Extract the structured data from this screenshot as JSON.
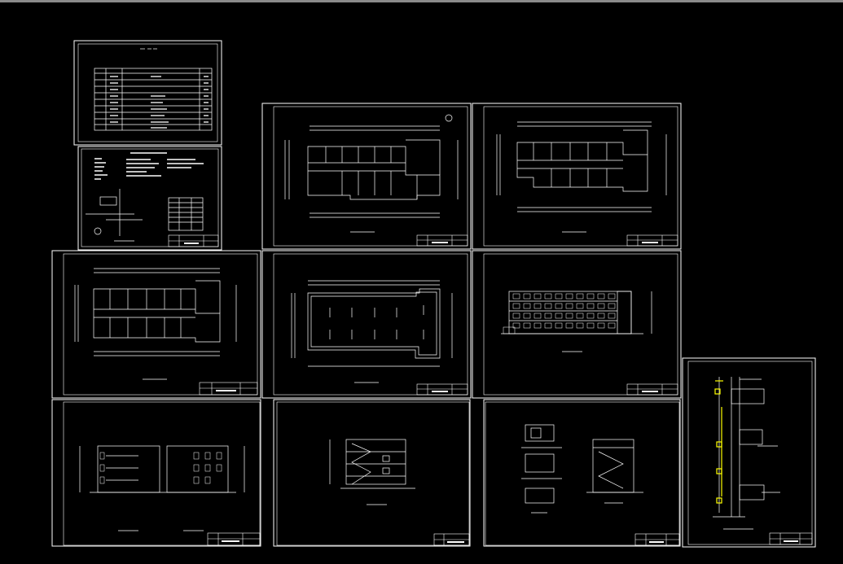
{
  "window": {
    "title": ""
  },
  "colors": {
    "background": "#000000",
    "lines": "#ffffff",
    "accent": "#ffff00",
    "topbar": "#8a8a8a"
  },
  "sheets": [
    {
      "id": "cover",
      "kind": "drawing-list",
      "has_title_block": false
    },
    {
      "id": "notes",
      "kind": "design-notes",
      "has_title_block": true
    },
    {
      "id": "plan-1",
      "kind": "floor-plan",
      "has_title_block": true
    },
    {
      "id": "plan-2",
      "kind": "floor-plan",
      "has_title_block": true
    },
    {
      "id": "plan-3",
      "kind": "floor-plan",
      "has_title_block": true
    },
    {
      "id": "roof-plan",
      "kind": "roof-plan",
      "has_title_block": true
    },
    {
      "id": "elev-front",
      "kind": "elevation",
      "has_title_block": true
    },
    {
      "id": "elev-sides",
      "kind": "elevations",
      "has_title_block": true
    },
    {
      "id": "section",
      "kind": "section",
      "has_title_block": true
    },
    {
      "id": "details",
      "kind": "details",
      "has_title_block": true
    },
    {
      "id": "wall-section",
      "kind": "wall-section",
      "has_title_block": true
    }
  ]
}
